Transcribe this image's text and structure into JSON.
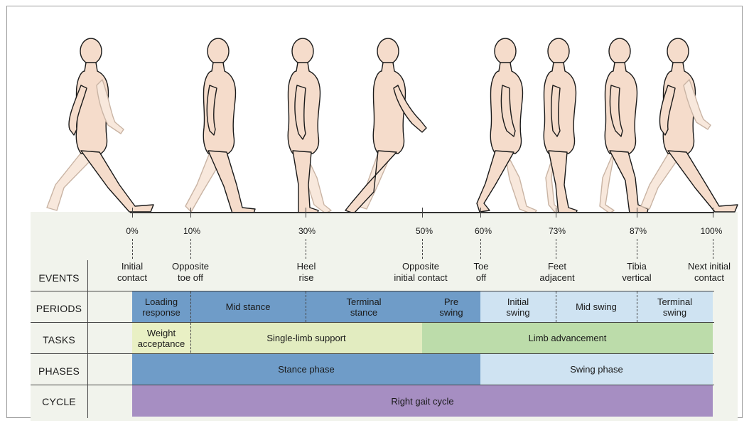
{
  "percentages": [
    "0%",
    "10%",
    "30%",
    "50%",
    "60%",
    "73%",
    "87%",
    "100%"
  ],
  "row_labels": {
    "events": "EVENTS",
    "periods": "PERIODS",
    "tasks": "TASKS",
    "phases": "PHASES",
    "cycle": "CYCLE"
  },
  "events": [
    {
      "line1": "Initial",
      "line2": "contact"
    },
    {
      "line1": "Opposite",
      "line2": "toe off"
    },
    {
      "line1": "Heel",
      "line2": "rise"
    },
    {
      "line1": "Opposite",
      "line2": "initial contact"
    },
    {
      "line1": "Toe",
      "line2": "off"
    },
    {
      "line1": "Feet",
      "line2": "adjacent"
    },
    {
      "line1": "Tibia",
      "line2": "vertical"
    },
    {
      "line1": "Next initial",
      "line2": "contact"
    }
  ],
  "periods": [
    {
      "line1": "Loading",
      "line2": "response"
    },
    {
      "line1": "Mid stance",
      "line2": ""
    },
    {
      "line1": "Terminal",
      "line2": "stance"
    },
    {
      "line1": "Pre",
      "line2": "swing"
    },
    {
      "line1": "Initial",
      "line2": "swing"
    },
    {
      "line1": "Mid swing",
      "line2": ""
    },
    {
      "line1": "Terminal",
      "line2": "swing"
    }
  ],
  "tasks": [
    {
      "line1": "Weight",
      "line2": "acceptance"
    },
    {
      "line1": "Single-limb support",
      "line2": ""
    },
    {
      "line1": "Limb advancement",
      "line2": ""
    }
  ],
  "phases": [
    "Stance phase",
    "Swing phase"
  ],
  "cycle": "Right gait cycle",
  "colors": {
    "stance_blue": "#6f9cc8",
    "swing_blue": "#cfe3f2",
    "weight_accept": "#e9f0c4",
    "single_limb": "#e2ecc0",
    "limb_adv": "#bcdcaa",
    "cycle_purple": "#a68ec2",
    "figure_skin": "#f5dccb"
  }
}
